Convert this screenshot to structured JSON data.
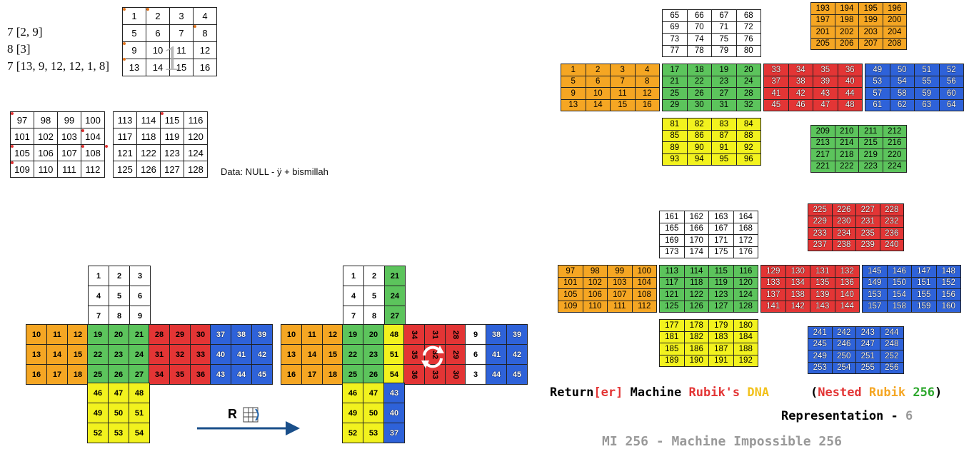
{
  "notes": {
    "line1": "7 [2, 9]",
    "line2": "8 [3]",
    "line3": "7 [13, 9, 12, 12, 1, 8]"
  },
  "big_digit": "1",
  "data_label": "Data: NULL - ÿ + bismillah",
  "move_label": "R",
  "caption": {
    "p1": "Return",
    "p2": "[er]",
    "p3": " Machine ",
    "p4": "Rubik's ",
    "p5": "DNA",
    "q1": "(",
    "q2": "Nested ",
    "q3": "Rubik ",
    "q4": "256",
    "q5": ")"
  },
  "representation": {
    "label": "Representation - ",
    "value": "6"
  },
  "footer": "MI 256 - Machine Impossible 256",
  "colors": {
    "orange": "#f5a623",
    "green": "#5cc45c",
    "red": "#e33535",
    "blue": "#2e62d9",
    "yellow": "#f2f21e",
    "white": "#ffffff"
  },
  "small_grid": [
    "1",
    "2",
    "3",
    "4",
    "5",
    "6",
    "7",
    "8",
    "9",
    "10",
    "11",
    "12",
    "13",
    "14",
    "15",
    "16"
  ],
  "grid_a": [
    "97",
    "98",
    "99",
    "100",
    "101",
    "102",
    "103",
    "104",
    "105",
    "106",
    "107",
    "108",
    "109",
    "110",
    "111",
    "112"
  ],
  "grid_b": [
    "113",
    "114",
    "115",
    "116",
    "117",
    "118",
    "119",
    "120",
    "121",
    "122",
    "123",
    "124",
    "125",
    "126",
    "127",
    "128"
  ],
  "cube_left": {
    "top": [
      "1",
      "2",
      "3",
      "4",
      "5",
      "6",
      "7",
      "8",
      "9"
    ],
    "left": [
      "10",
      "11",
      "12",
      "13",
      "14",
      "15",
      "16",
      "17",
      "18"
    ],
    "front": [
      "19",
      "20",
      "21",
      "22",
      "23",
      "24",
      "25",
      "26",
      "27"
    ],
    "right": [
      "28",
      "29",
      "30",
      "31",
      "32",
      "33",
      "34",
      "35",
      "36"
    ],
    "back": [
      "37",
      "38",
      "39",
      "40",
      "41",
      "42",
      "43",
      "44",
      "45"
    ],
    "bottom": [
      "46",
      "47",
      "48",
      "49",
      "50",
      "51",
      "52",
      "53",
      "54"
    ]
  },
  "cube_right": {
    "top": [
      "1",
      "2",
      "21",
      "4",
      "5",
      "24",
      "7",
      "8",
      "27"
    ],
    "left": [
      "10",
      "11",
      "12",
      "13",
      "14",
      "15",
      "16",
      "17",
      "18"
    ],
    "front": [
      "19",
      "20",
      "48",
      "22",
      "23",
      "51",
      "25",
      "26",
      "54"
    ],
    "right": [
      "34",
      "31",
      "28",
      "35",
      "32",
      "29",
      "36",
      "33",
      "30"
    ],
    "back": [
      "9",
      "38",
      "39",
      "6",
      "41",
      "42",
      "3",
      "44",
      "45"
    ],
    "bottom": [
      "46",
      "47",
      "43",
      "49",
      "50",
      "40",
      "52",
      "53",
      "37"
    ]
  },
  "net_top": {
    "top": [
      "65",
      "66",
      "67",
      "68",
      "69",
      "70",
      "71",
      "72",
      "73",
      "74",
      "75",
      "76",
      "77",
      "78",
      "79",
      "80"
    ],
    "left": [
      "1",
      "2",
      "3",
      "4",
      "5",
      "6",
      "7",
      "8",
      "9",
      "10",
      "11",
      "12",
      "13",
      "14",
      "15",
      "16"
    ],
    "front": [
      "17",
      "18",
      "19",
      "20",
      "21",
      "22",
      "23",
      "24",
      "25",
      "26",
      "27",
      "28",
      "29",
      "30",
      "31",
      "32"
    ],
    "right": [
      "33",
      "34",
      "35",
      "36",
      "37",
      "38",
      "39",
      "40",
      "41",
      "42",
      "43",
      "44",
      "45",
      "46",
      "47",
      "48"
    ],
    "back": [
      "49",
      "50",
      "51",
      "52",
      "53",
      "54",
      "55",
      "56",
      "57",
      "58",
      "59",
      "60",
      "61",
      "62",
      "63",
      "64"
    ],
    "bottom": [
      "81",
      "82",
      "83",
      "84",
      "85",
      "86",
      "87",
      "88",
      "89",
      "90",
      "91",
      "92",
      "93",
      "94",
      "95",
      "96"
    ],
    "extra_top": [
      "193",
      "194",
      "195",
      "196",
      "197",
      "198",
      "199",
      "200",
      "201",
      "202",
      "203",
      "204",
      "205",
      "206",
      "207",
      "208"
    ],
    "extra_bottom": [
      "209",
      "210",
      "211",
      "212",
      "213",
      "214",
      "215",
      "216",
      "217",
      "218",
      "219",
      "220",
      "221",
      "222",
      "223",
      "224"
    ]
  },
  "net_bottom": {
    "top": [
      "161",
      "162",
      "163",
      "164",
      "165",
      "166",
      "167",
      "168",
      "169",
      "170",
      "171",
      "172",
      "173",
      "174",
      "175",
      "176"
    ],
    "left": [
      "97",
      "98",
      "99",
      "100",
      "101",
      "102",
      "103",
      "104",
      "105",
      "106",
      "107",
      "108",
      "109",
      "110",
      "111",
      "112"
    ],
    "front": [
      "113",
      "114",
      "115",
      "116",
      "117",
      "118",
      "119",
      "120",
      "121",
      "122",
      "123",
      "124",
      "125",
      "126",
      "127",
      "128"
    ],
    "right": [
      "129",
      "130",
      "131",
      "132",
      "133",
      "134",
      "135",
      "136",
      "137",
      "138",
      "139",
      "140",
      "141",
      "142",
      "143",
      "144"
    ],
    "back": [
      "145",
      "146",
      "147",
      "148",
      "149",
      "150",
      "151",
      "152",
      "153",
      "154",
      "155",
      "156",
      "157",
      "158",
      "159",
      "160"
    ],
    "bottom": [
      "177",
      "178",
      "179",
      "180",
      "181",
      "182",
      "183",
      "184",
      "185",
      "186",
      "187",
      "188",
      "189",
      "190",
      "191",
      "192"
    ],
    "extra_top": [
      "225",
      "226",
      "227",
      "228",
      "229",
      "230",
      "231",
      "232",
      "233",
      "234",
      "235",
      "236",
      "237",
      "238",
      "239",
      "240"
    ],
    "extra_bottom": [
      "241",
      "242",
      "243",
      "244",
      "245",
      "246",
      "247",
      "248",
      "249",
      "250",
      "251",
      "252",
      "253",
      "254",
      "255",
      "256"
    ]
  }
}
